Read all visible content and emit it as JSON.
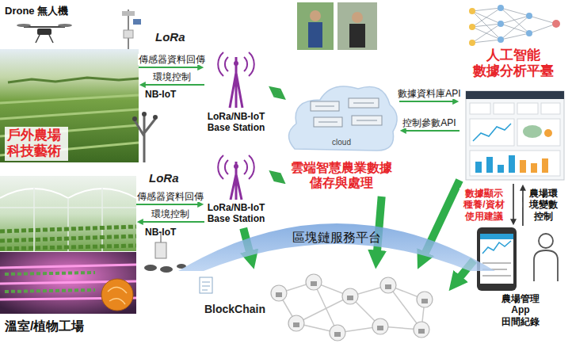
{
  "diagram": {
    "nodes": [
      {
        "text": [
          "戶外農場 科技藝術"
        ]
      },
      {
        "text": [
          "LoRa/NB-IoT Base Station"
        ]
      },
      {
        "text": [
          "cloud",
          "雲端智慧農業數據 儲存與處理"
        ]
      },
      {
        "text": [
          "人工智能 數據分析平臺"
        ]
      },
      {
        "text": [
          "溫室/植物工場"
        ]
      },
      {
        "text": [
          "LoRa/NB-IoT Base Station"
        ]
      },
      {
        "text": [
          "區塊鏈服務平台"
        ]
      },
      {
        "text": [
          "BlockChain"
        ]
      },
      {
        "text": [
          "農場管理 App 田間紀錄"
        ]
      }
    ],
    "edges": [
      {
        "from": 0,
        "to": 1,
        "arrow": "to",
        "label": "傳感器資料回傳"
      },
      {
        "from": 1,
        "to": 0,
        "arrow": "to",
        "label": "環境控制"
      },
      {
        "from": 1,
        "to": 2,
        "arrow": "both"
      },
      {
        "from": 4,
        "to": 5,
        "arrow": "to",
        "label": "傳感器資料回傳"
      },
      {
        "from": 5,
        "to": 4,
        "arrow": "to",
        "label": "環境控制"
      },
      {
        "from": 5,
        "to": 2,
        "arrow": "both"
      },
      {
        "from": 2,
        "to": 3,
        "arrow": "to",
        "label": "數據資料庫API"
      },
      {
        "from": 3,
        "to": 2,
        "arrow": "to",
        "label": "控制參數API"
      },
      {
        "from": 3,
        "to": 8,
        "arrow": "to",
        "label": "數據顯示 種養/資材 使用建議"
      },
      {
        "from": 8,
        "to": 3,
        "arrow": "to",
        "label": "農場環境變數控制"
      },
      {
        "from": 5,
        "to": 7,
        "arrow": "to"
      },
      {
        "from": 2,
        "to": 7,
        "arrow": "to"
      },
      {
        "from": 3,
        "to": 7,
        "arrow": "to"
      },
      {
        "from": 8,
        "to": 7,
        "arrow": "to"
      }
    ],
    "labels": [
      "Drone 無人機",
      "LoRa",
      "NB-IoT",
      "LoRa",
      "NB-IoT"
    ]
  }
}
